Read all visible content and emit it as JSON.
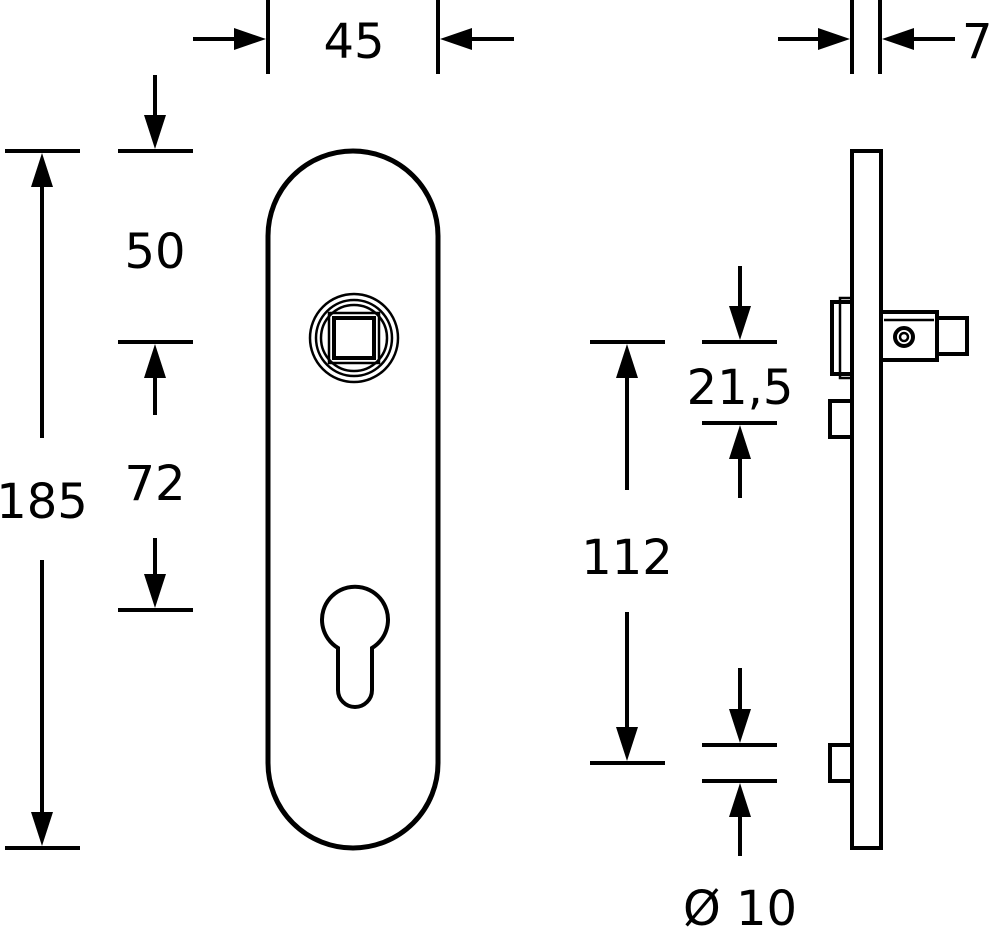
{
  "colors": {
    "ink": "#000000",
    "background": "#ffffff"
  },
  "dimensions": {
    "width": "45",
    "thickness": "7",
    "top_to_spindle": "50",
    "spindle_to_cylinder": "72",
    "total_height": "185",
    "side_spacing": "112",
    "spindle_square": "21,5",
    "screw_diameter": "Ø 10"
  }
}
